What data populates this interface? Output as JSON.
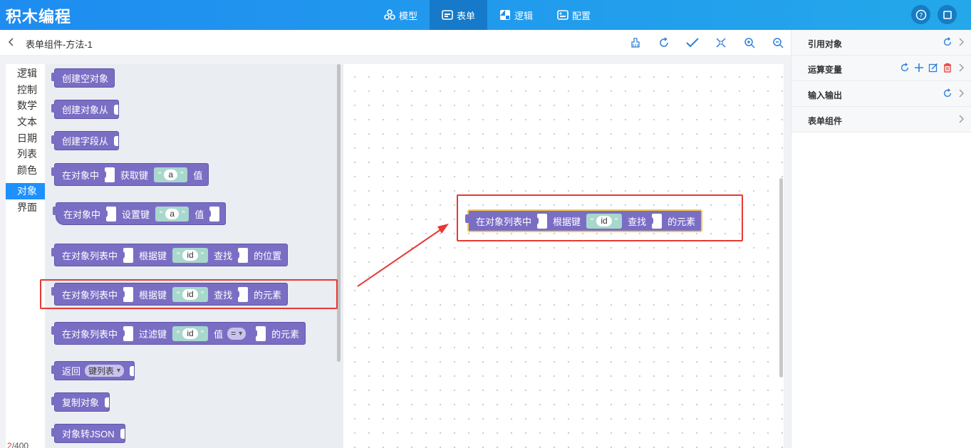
{
  "app": {
    "title": "积木编程"
  },
  "nav": {
    "tabs": [
      {
        "label": "模型",
        "icon": "model-icon"
      },
      {
        "label": "表单",
        "icon": "form-icon",
        "active": true
      },
      {
        "label": "逻辑",
        "icon": "logic-icon"
      },
      {
        "label": "配置",
        "icon": "config-icon"
      }
    ]
  },
  "header": {
    "breadcrumb": "表单组件-方法-1",
    "toolbar": [
      "clean-icon",
      "refresh-icon",
      "check-icon",
      "fit-icon",
      "zoom-in-icon",
      "zoom-out-icon"
    ]
  },
  "categories": [
    "逻辑",
    "控制",
    "数学",
    "文本",
    "日期",
    "列表",
    "颜色",
    "对象",
    "界面"
  ],
  "selected_category": "对象",
  "blocks": {
    "create_empty": "创建空对象",
    "create_from": "创建对象从",
    "create_field_from": "创建字段从",
    "in_object": "在对象中",
    "get_key": "获取键",
    "set_key": "设置键",
    "value": "值",
    "lit_a": "a",
    "lit_id": "id",
    "in_list": "在对象列表中",
    "by_key": "根据键",
    "find": "查找",
    "position": "的位置",
    "element": "的元素",
    "filter_key": "过滤键",
    "eq": "=",
    "return": "返回",
    "key_list": "键列表",
    "copy": "复制对象",
    "to_json": "对象转JSON"
  },
  "right_panel": {
    "sections": [
      {
        "title": "引用对象"
      },
      {
        "title": "运算变量"
      },
      {
        "title": "输入输出"
      },
      {
        "title": "表单组件"
      }
    ]
  },
  "counter": {
    "current": "2",
    "total": "/400"
  },
  "colors": {
    "topbar": "#1e8cf0",
    "block": "#7a6ec4",
    "string": "#a8d8cd",
    "highlight": "#e53935",
    "selected_border": "#f2c94c"
  }
}
